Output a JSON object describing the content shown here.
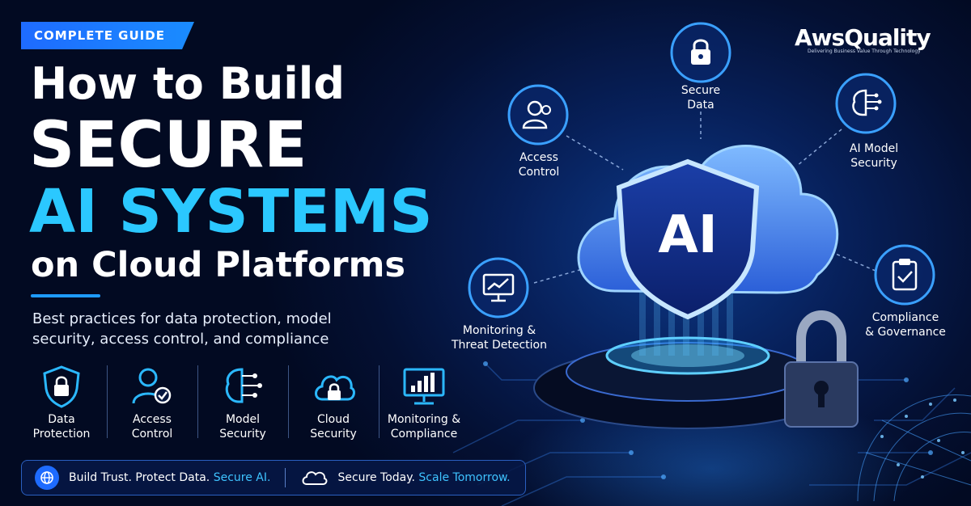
{
  "badge": "COMPLETE GUIDE",
  "headline": {
    "line1": "How to Build",
    "line2": "SECURE",
    "line3": "AI SYSTEMS",
    "line4": "on Cloud Platforms"
  },
  "subtitle": "Best practices for data protection, model security, access control, and compliance",
  "features": [
    {
      "label": "Data\nProtection",
      "icon": "shield-lock-icon"
    },
    {
      "label": "Access\nControl",
      "icon": "user-check-icon"
    },
    {
      "label": "Model\nSecurity",
      "icon": "brain-circuit-icon"
    },
    {
      "label": "Cloud\nSecurity",
      "icon": "cloud-lock-icon"
    },
    {
      "label": "Monitoring &\nCompliance",
      "icon": "monitor-chart-icon"
    }
  ],
  "tagline": {
    "a_plain": "Build Trust. Protect Data.",
    "a_highlight": "Secure AI.",
    "b_plain": "Secure Today.",
    "b_highlight": "Scale Tomorrow."
  },
  "diagram": {
    "center": "AI",
    "nodes": [
      {
        "label": "Secure\nData",
        "icon": "lock-icon"
      },
      {
        "label": "Access\nControl",
        "icon": "users-icon"
      },
      {
        "label": "AI Model\nSecurity",
        "icon": "brain-icon"
      },
      {
        "label": "Monitoring &\nThreat Detection",
        "icon": "trend-monitor-icon"
      },
      {
        "label": "Compliance\n& Governance",
        "icon": "clipboard-check-icon"
      }
    ]
  },
  "brand": {
    "name": "AwsQuality",
    "tagline": "Delivering Business Value Through Technology"
  },
  "colors": {
    "accent": "#2bc8ff",
    "brand_blue": "#1e6bff",
    "bg": "#041033"
  }
}
